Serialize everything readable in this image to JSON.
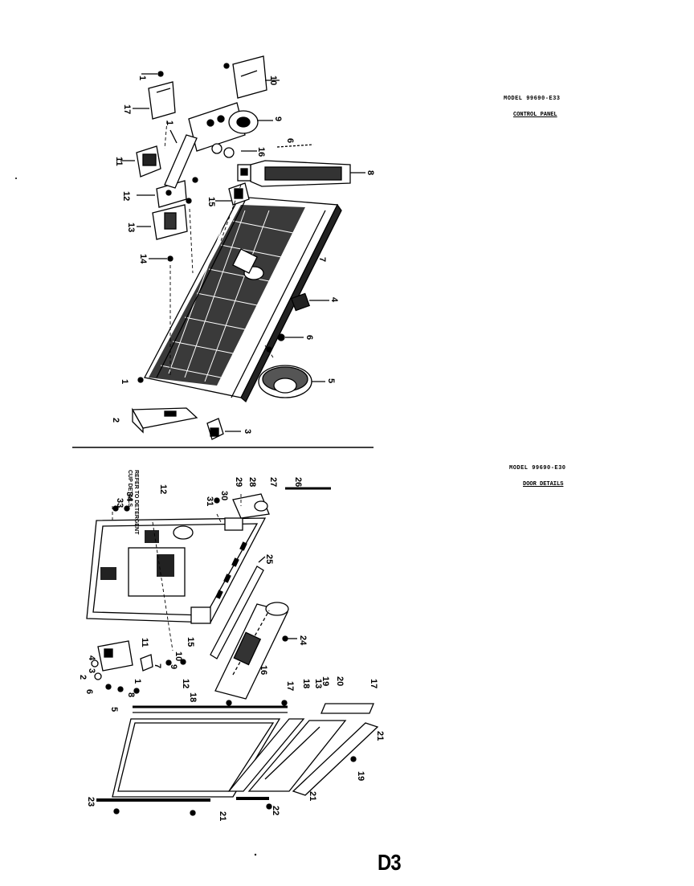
{
  "top_section": {
    "model_label": "MODEL 99690-E33",
    "subtitle": "CONTROL PANEL",
    "callouts": [
      "1",
      "2",
      "3",
      "4",
      "5",
      "6",
      "7",
      "8",
      "9",
      "10",
      "11",
      "12",
      "13",
      "14",
      "15",
      "16",
      "17",
      "1",
      "1",
      "6"
    ]
  },
  "bottom_section": {
    "model_label": "MODEL 99690-E30",
    "subtitle": "DOOR DETAILS",
    "note_line1": "REFER TO DETERGENT",
    "note_line2": "CUP DETAILS",
    "callouts": [
      "34",
      "33",
      "12",
      "31",
      "30",
      "29",
      "28",
      "27",
      "26",
      "25",
      "24",
      "16",
      "15",
      "11",
      "10",
      "9",
      "8",
      "7",
      "6",
      "5",
      "4",
      "3",
      "2",
      "1",
      "12",
      "17",
      "18",
      "19",
      "20",
      "17",
      "13",
      "18",
      "21",
      "22",
      "23",
      "21",
      "19",
      "21"
    ]
  },
  "footer": {
    "page_code": "D3"
  }
}
